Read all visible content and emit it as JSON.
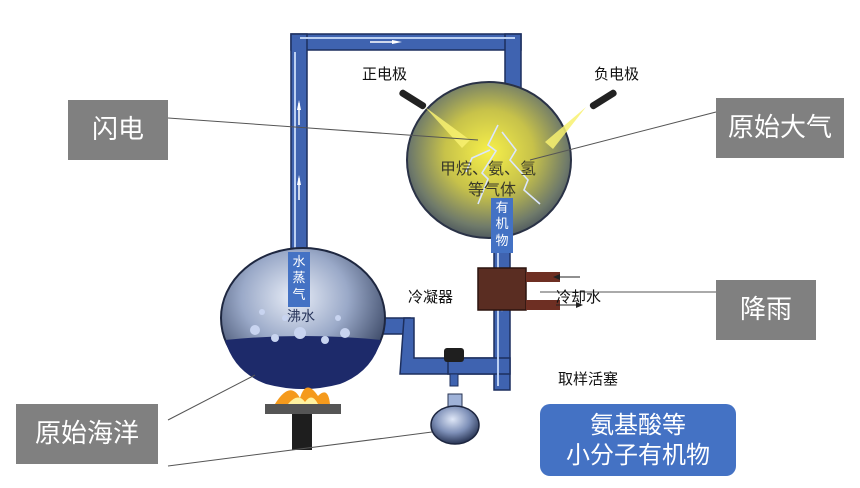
{
  "callouts": {
    "lightning": "闪电",
    "primitive_atmosphere": "原始大气",
    "rain": "降雨",
    "primitive_ocean": "原始海洋",
    "result_line1": "氨基酸等",
    "result_line2": "小分子有机物"
  },
  "tube_labels": {
    "water_vapor": [
      "水",
      "蒸",
      "气"
    ],
    "organic_matter": [
      "有",
      "机",
      "物"
    ]
  },
  "diagram_labels": {
    "positive_electrode": "正电极",
    "negative_electrode": "负电极",
    "condenser": "冷凝器",
    "cooling_water": "冷却水",
    "sampling_stopcock": "取样活塞",
    "gases_line1": "甲烷、氨、氢",
    "gases_line2": "等气体",
    "boiling_water": "沸水"
  },
  "colors": {
    "callout_gray": "#808080",
    "callout_blue": "#4472c4",
    "tube_blue": "#3f63b0",
    "flame": "#f59a1c"
  }
}
